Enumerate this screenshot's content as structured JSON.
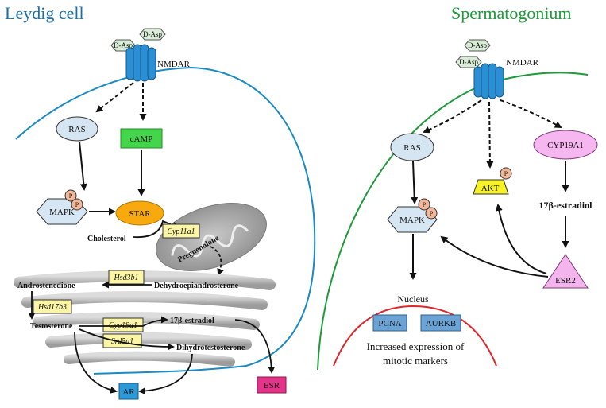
{
  "left": {
    "title": "Leydig cell",
    "receptor": "NMDAR",
    "ligand_1": "D-Asp",
    "ligand_2": "D-Asp",
    "ras": "RAS",
    "camp": "cAMP",
    "mapk": "MAPK",
    "phospho": "P",
    "star": "STAR",
    "cholesterol": "Cholesterol",
    "cyp11a1": "Cyp11a1",
    "pregnenolone": "Pregnenolone",
    "hsd3b1": "Hsd3b1",
    "androstenedione": "Androstenedione",
    "dhea": "Dehydroepiandrosterone",
    "hsd17b3": "Hsd17b3",
    "testosterone": "Testosterone",
    "cyp19a1": "Cyp19a1",
    "srd5a1": "Srd5a1",
    "estradiol": "17β-estradiol",
    "dht": "Dihydrotestosterone",
    "ar": "AR",
    "esr": "ESR"
  },
  "right": {
    "title": "Spermatogonium",
    "receptor": "NMDAR",
    "ligand_1": "D-Asp",
    "ligand_2": "D-Asp",
    "ras": "RAS",
    "mapk": "MAPK",
    "akt": "AKT",
    "phospho": "P",
    "cyp19a1": "CYP19A1",
    "estradiol": "17β-estradiol",
    "esr2": "ESR2",
    "nucleus": "Nucleus",
    "pcna": "PCNA",
    "aurkb": "AURKB",
    "expression_line1": "Increased expression of",
    "expression_line2": "mitotic markers"
  },
  "colors": {
    "leydig_title": "#1a6eaa",
    "leydig_membrane": "#1a8ac4",
    "sperm_title": "#1d9a3a",
    "sperm_membrane": "#1d9a3a",
    "nucleus_membrane": "#e0262b",
    "receptor": "#2b8fd6",
    "camp": "#43d64a",
    "star": "#f7a90e",
    "akt": "#f5f228",
    "cyp19a1_protein": "#f6b6ef",
    "esr2": "#f4b4ee",
    "esr": "#e53389",
    "ar": "#2a9ad9",
    "enzyme_box": "#fbf5a5",
    "ras": "#d5e5f2",
    "mapk": "#d6e6f3",
    "phospho": "#f3b89a",
    "marker_box": "#6aa4d6",
    "ligand": "#d9ecd6"
  }
}
